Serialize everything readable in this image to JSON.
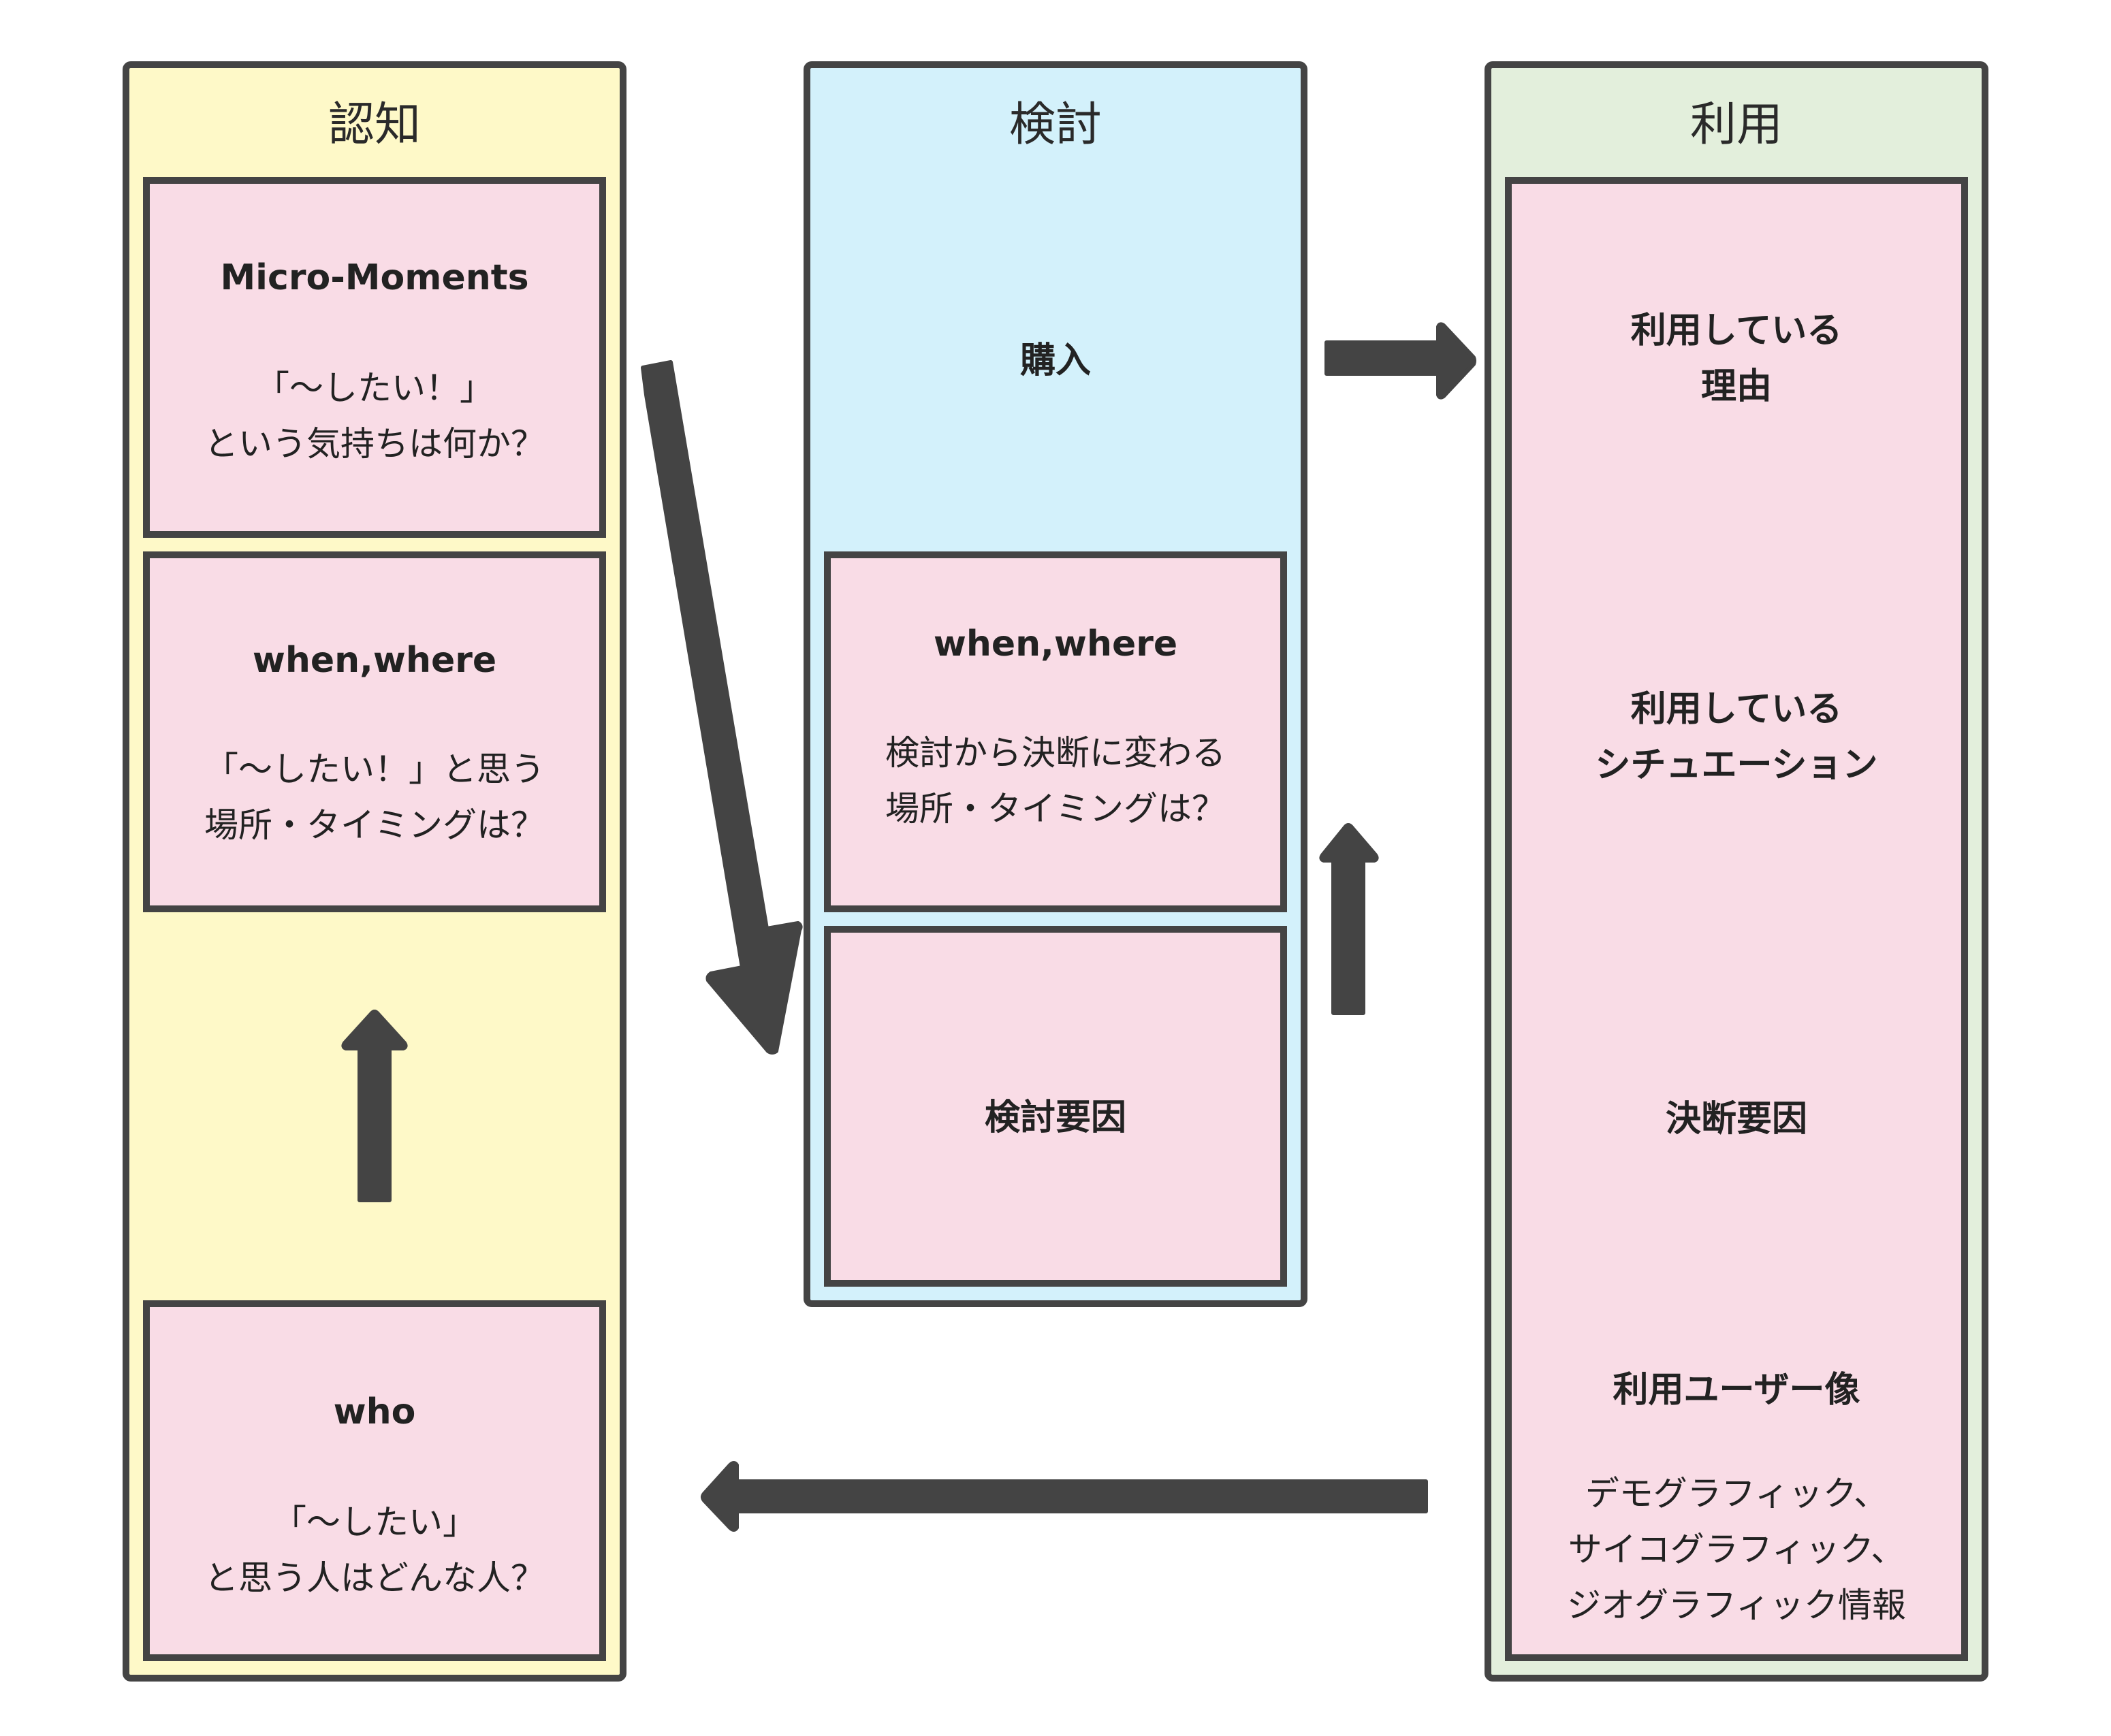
{
  "colors": {
    "awareness_bg": "#fef9c8",
    "consideration_bg": "#d3f1fb",
    "usage_bg": "#e3efdc",
    "card_bg": "#f9dce6",
    "stroke": "#444444",
    "arrow": "#444444"
  },
  "columns": [
    {
      "title": "認知",
      "cards": [
        {
          "heading": "Micro-Moments",
          "lines": [
            "「〜したい！」",
            "という気持ちは何か？"
          ]
        },
        {
          "heading": "when,where",
          "lines": [
            "「〜したい！」と思う",
            "場所・タイミングは？"
          ]
        },
        {
          "heading": "who",
          "lines": [
            "「〜したい」",
            "と思う人はどんな人？"
          ]
        }
      ]
    },
    {
      "title": "検討",
      "label": "購入",
      "cards": [
        {
          "heading": "when,where",
          "lines": [
            "検討から決断に変わる",
            "場所・タイミングは？"
          ]
        },
        {
          "heading": "検討要因",
          "lines": []
        }
      ]
    },
    {
      "title": "利用",
      "sections": [
        {
          "lines": [
            "利用している",
            "理由"
          ]
        },
        {
          "lines": [
            "利用している",
            "シチュエーション"
          ]
        },
        {
          "lines": [
            "決断要因"
          ]
        },
        {
          "heading": "利用ユーザー像",
          "lines": [
            "デモグラフィック、",
            "サイコグラフィック、",
            "ジオグラフィック情報"
          ]
        }
      ]
    }
  ],
  "arrows": [
    {
      "name": "awareness-to-consideration-arrow",
      "direction": "down-right"
    },
    {
      "name": "awareness-who-up-arrow",
      "direction": "up"
    },
    {
      "name": "consideration-up-arrow",
      "direction": "up"
    },
    {
      "name": "purchase-to-usage-arrow",
      "direction": "right"
    },
    {
      "name": "usage-to-awareness-arrow",
      "direction": "left"
    }
  ]
}
